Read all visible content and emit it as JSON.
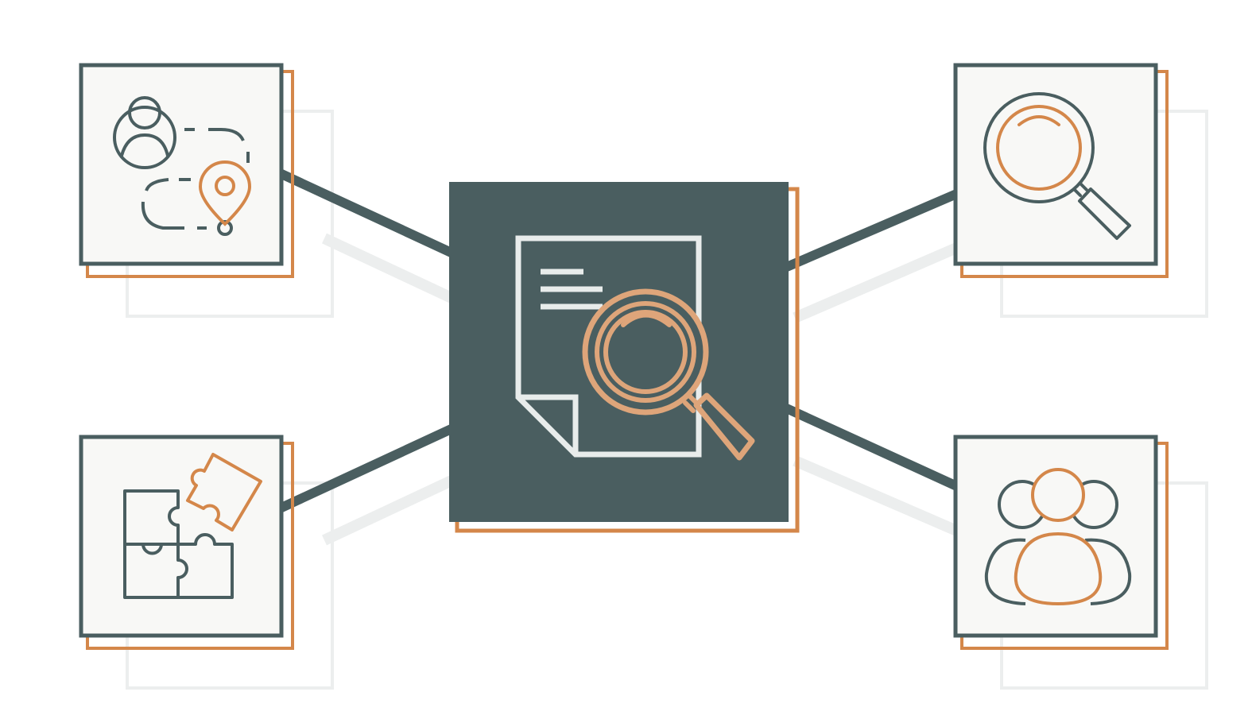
{
  "diagram": {
    "type": "hub-and-spoke",
    "center_node": {
      "icon": "document-search-icon"
    },
    "satellite_nodes": [
      {
        "position": "top-left",
        "icon": "user-journey-route-icon"
      },
      {
        "position": "bottom-left",
        "icon": "puzzle-pieces-icon"
      },
      {
        "position": "top-right",
        "icon": "magnifying-glass-icon"
      },
      {
        "position": "bottom-right",
        "icon": "user-group-icon"
      }
    ],
    "connectors": 4
  },
  "colors": {
    "background": "#ffffff",
    "primary_dark": "#4a5e60",
    "accent_orange": "#d4874a",
    "accent_orange_light": "#dea57a",
    "card_fill": "#f8f8f6",
    "shadow": "#eceeee",
    "icon_light": "#e8eceb"
  }
}
